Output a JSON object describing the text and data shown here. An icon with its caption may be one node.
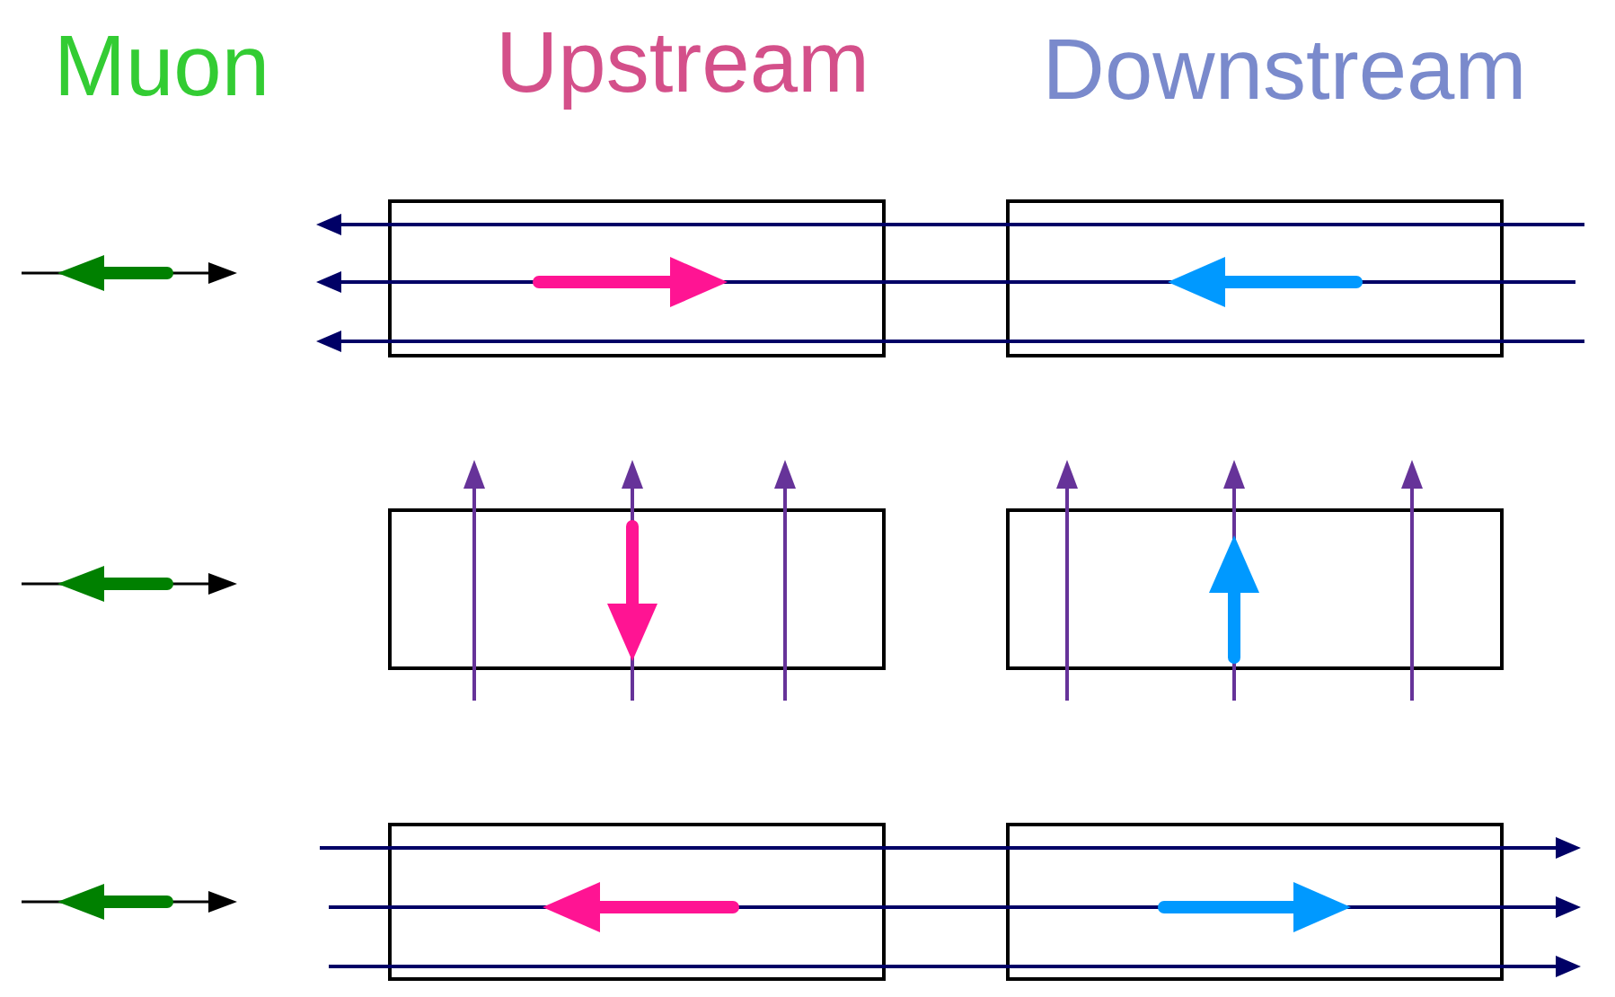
{
  "diagram": {
    "nodes": [
      {
        "text": [],
        "shape": "box"
      },
      {
        "text": [],
        "shape": "box"
      },
      {
        "text": [],
        "shape": "box"
      },
      {
        "text": [],
        "shape": "box"
      },
      {
        "text": [],
        "shape": "box"
      },
      {
        "text": [],
        "shape": "box"
      }
    ],
    "labels": [
      "Muon",
      "Upstream",
      "Downstream"
    ]
  }
}
